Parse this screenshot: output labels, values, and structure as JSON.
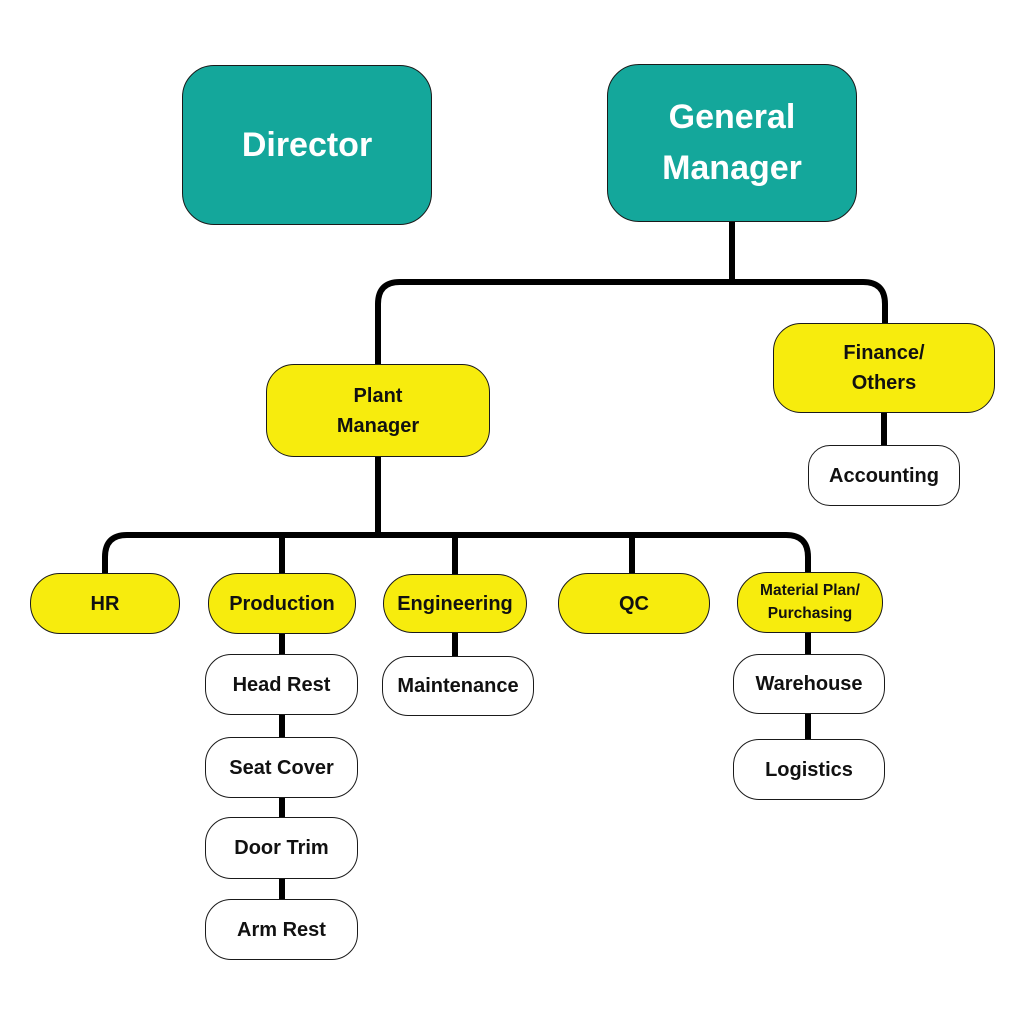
{
  "diagram": {
    "type": "org-chart",
    "title": ""
  },
  "colors": {
    "teal": "#14A79B",
    "yellow": "#F7EC0D",
    "node_border": "#1a1a1a",
    "connector": "#000000",
    "white_node": "#FFFFFF",
    "teal_text": "#FFFFFF",
    "dark_text": "#111111"
  },
  "nodes": {
    "director": {
      "label": "Director",
      "color": "#14A79B"
    },
    "general_manager": {
      "label": [
        "General",
        "Manager"
      ],
      "color": "#14A79B"
    },
    "plant_manager": {
      "label": [
        "Plant",
        "Manager"
      ],
      "color": "#F7EC0D"
    },
    "finance_others": {
      "label": [
        "Finance/",
        "Others"
      ],
      "color": "#F7EC0D"
    },
    "accounting": {
      "label": "Accounting",
      "color": "#FFFFFF"
    },
    "hr": {
      "label": "HR",
      "color": "#F7EC0D"
    },
    "production": {
      "label": "Production",
      "color": "#F7EC0D"
    },
    "engineering": {
      "label": "Engineering",
      "color": "#F7EC0D"
    },
    "qc": {
      "label": "QC",
      "color": "#F7EC0D"
    },
    "material_plan": {
      "label": [
        "Material Plan/",
        "Purchasing"
      ],
      "color": "#F7EC0D"
    },
    "head_rest": {
      "label": "Head Rest",
      "color": "#FFFFFF"
    },
    "seat_cover": {
      "label": "Seat Cover",
      "color": "#FFFFFF"
    },
    "door_trim": {
      "label": "Door Trim",
      "color": "#FFFFFF"
    },
    "arm_rest": {
      "label": "Arm Rest",
      "color": "#FFFFFF"
    },
    "maintenance": {
      "label": "Maintenance",
      "color": "#FFFFFF"
    },
    "warehouse": {
      "label": "Warehouse",
      "color": "#FFFFFF"
    },
    "logistics": {
      "label": "Logistics",
      "color": "#FFFFFF"
    }
  },
  "edges": [
    {
      "from": "General Manager",
      "to": "Plant Manager"
    },
    {
      "from": "General Manager",
      "to": "Finance/Others"
    },
    {
      "from": "Finance/Others",
      "to": "Accounting"
    },
    {
      "from": "Plant Manager",
      "to": "HR"
    },
    {
      "from": "Plant Manager",
      "to": "Production"
    },
    {
      "from": "Plant Manager",
      "to": "Engineering"
    },
    {
      "from": "Plant Manager",
      "to": "QC"
    },
    {
      "from": "Plant Manager",
      "to": "Material Plan/Purchasing"
    },
    {
      "from": "Production",
      "to": "Head Rest"
    },
    {
      "from": "Head Rest",
      "to": "Seat Cover"
    },
    {
      "from": "Seat Cover",
      "to": "Door Trim"
    },
    {
      "from": "Door Trim",
      "to": "Arm Rest"
    },
    {
      "from": "Engineering",
      "to": "Maintenance"
    },
    {
      "from": "Material Plan/Purchasing",
      "to": "Warehouse"
    },
    {
      "from": "Warehouse",
      "to": "Logistics"
    }
  ]
}
